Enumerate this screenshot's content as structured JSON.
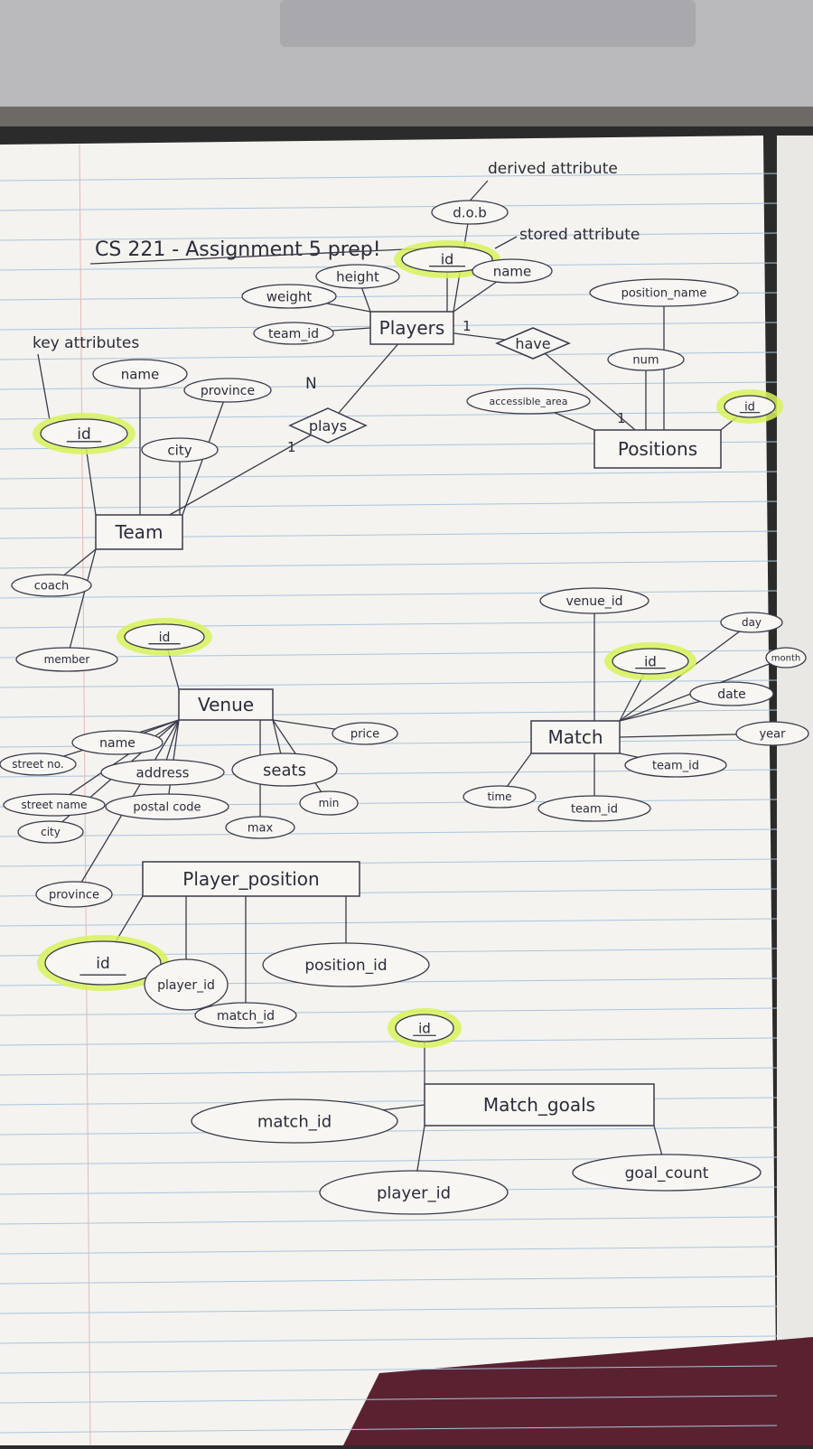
{
  "title": "CS 221 - Assignment 5 prep!",
  "notes": {
    "derived": "derived attribute",
    "stored": "stored attribute",
    "key": "key attributes"
  },
  "entities": {
    "players": "Players",
    "positions": "Positions",
    "team": "Team",
    "venue": "Venue",
    "match": "Match",
    "player_position": "Player_position",
    "match_goals": "Match_goals"
  },
  "relations": {
    "plays": "plays",
    "have": "have"
  },
  "cardinality": {
    "players_have": "1",
    "positions_have": "1",
    "players_plays": "N",
    "team_plays": "1"
  },
  "attributes": {
    "players": [
      "d.o.b",
      "id",
      "height",
      "name",
      "weight",
      "team_id"
    ],
    "positions": [
      "position_name",
      "num",
      "accessible_area",
      "id"
    ],
    "team": [
      "id",
      "name",
      "province",
      "city",
      "coach",
      "member"
    ],
    "venue": [
      "id",
      "name",
      "address",
      "seats",
      "street no.",
      "street name",
      "postal code",
      "city",
      "province",
      "price",
      "max",
      "min"
    ],
    "match": [
      "venue_id",
      "id",
      "date",
      "day",
      "month",
      "year",
      "team_id",
      "time",
      "team_id"
    ],
    "player_position": [
      "id",
      "player_id",
      "match_id",
      "position_id"
    ],
    "match_goals": [
      "id",
      "match_id",
      "player_id",
      "goal_count"
    ]
  }
}
